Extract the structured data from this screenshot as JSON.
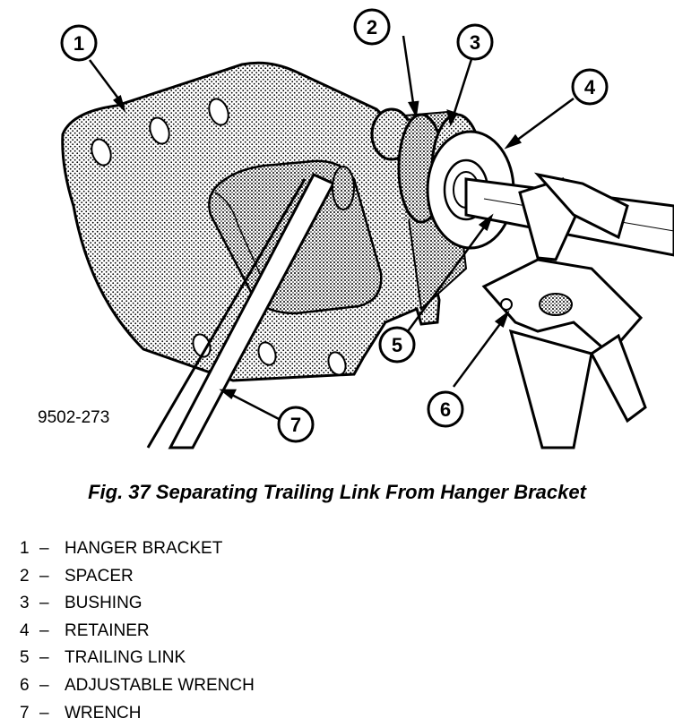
{
  "figure_id": "9502-273",
  "caption": "Fig. 37 Separating Trailing Link From Hanger Bracket",
  "legend": [
    {
      "num": "1",
      "label": "HANGER BRACKET"
    },
    {
      "num": "2",
      "label": "SPACER"
    },
    {
      "num": "3",
      "label": "BUSHING"
    },
    {
      "num": "4",
      "label": "RETAINER"
    },
    {
      "num": "5",
      "label": "TRAILING LINK"
    },
    {
      "num": "6",
      "label": "ADJUSTABLE WRENCH"
    },
    {
      "num": "7",
      "label": "WRENCH"
    }
  ],
  "legend_separator": "–",
  "callouts": [
    "1",
    "2",
    "3",
    "4",
    "5",
    "6",
    "7"
  ]
}
